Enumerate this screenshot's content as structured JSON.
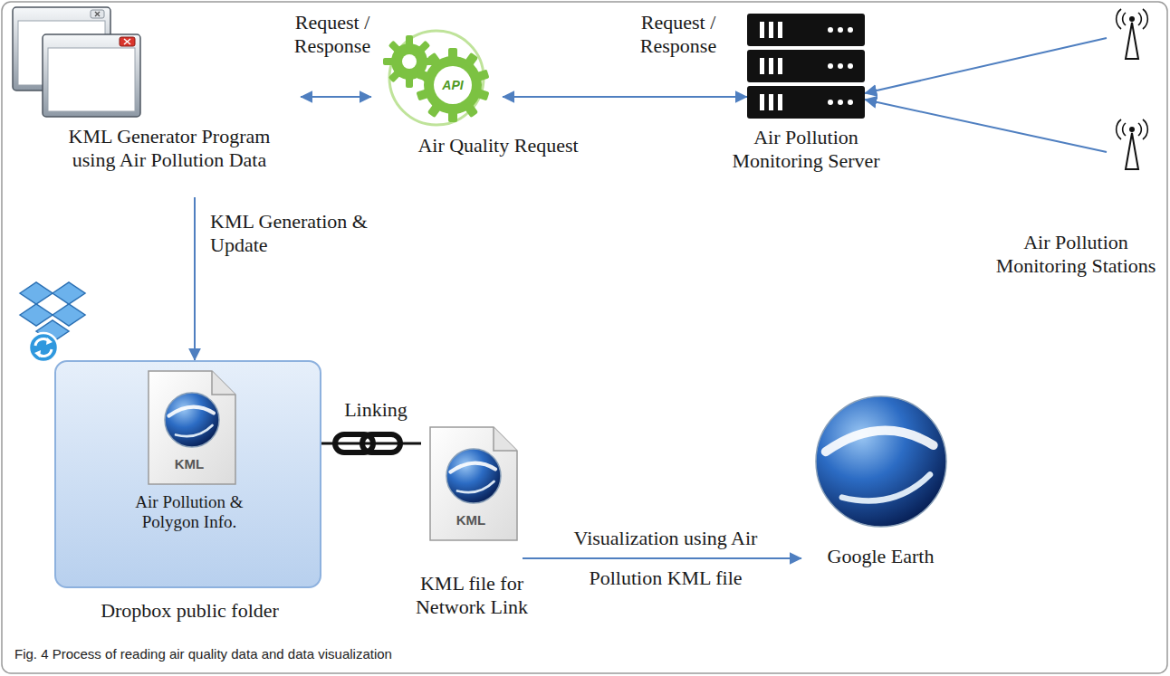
{
  "diagram": {
    "caption": "Fig. 4 Process of reading air quality data and data visualization",
    "nodes": [
      {
        "text": [
          "KML Generator Program using Air Pollution Data"
        ]
      },
      {
        "text": [
          "API",
          "Air Quality Request"
        ]
      },
      {
        "text": [
          "Air Pollution Monitoring Server"
        ]
      },
      {
        "text": [
          "Air Pollution Monitoring Stations"
        ]
      },
      {
        "text": [
          "Dropbox public folder"
        ]
      },
      {
        "text": [
          "KML",
          "Air Pollution & Polygon Info."
        ],
        "in": 4
      },
      {
        "text": [
          "KML",
          "KML file for Network Link"
        ]
      },
      {
        "text": [
          "Google Earth"
        ]
      }
    ],
    "edges": [
      {
        "from": 0,
        "to": 1,
        "label": "Request / Response",
        "arrow": "both"
      },
      {
        "from": 1,
        "to": 2,
        "label": "Request / Response",
        "arrow": "both"
      },
      {
        "from": 3,
        "to": 2,
        "arrow": "to"
      },
      {
        "from": 3,
        "to": 2,
        "arrow": "to"
      },
      {
        "from": 0,
        "to": 4,
        "label": "KML Generation & Update",
        "arrow": "to"
      },
      {
        "from": 4,
        "to": 6,
        "label": "Linking",
        "arrow": "none"
      },
      {
        "from": 6,
        "to": 7,
        "label": "Visualization using Air Pollution KML file",
        "arrow": "to"
      }
    ]
  }
}
